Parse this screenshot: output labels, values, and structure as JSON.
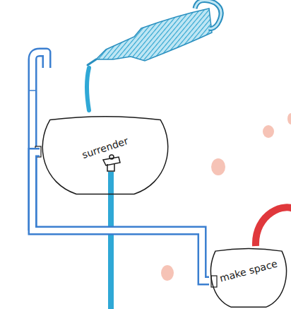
{
  "diagram": {
    "nodes": [
      {
        "text": [
          "surrender"
        ]
      },
      {
        "text": [
          "make space"
        ]
      }
    ],
    "edges": [
      {
        "from": 0,
        "to": 1,
        "arrow": "none"
      }
    ]
  }
}
